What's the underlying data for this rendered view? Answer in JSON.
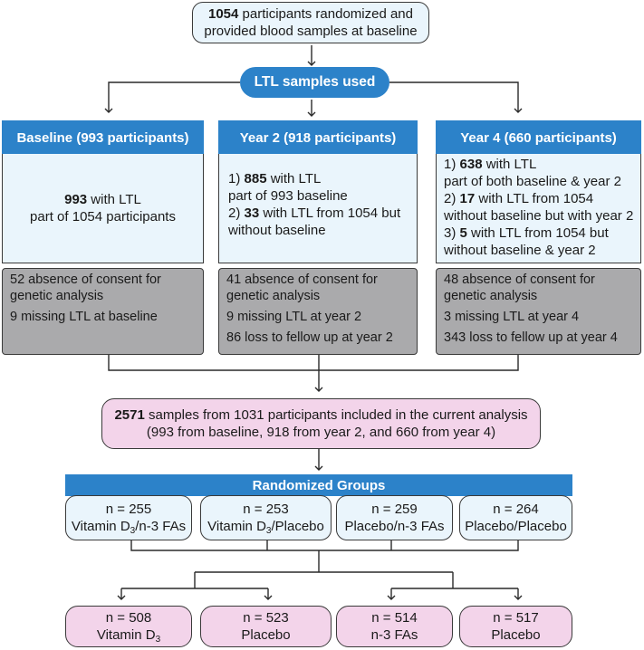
{
  "top_box": {
    "count": "1054",
    "line1_rest": " participants randomized and",
    "line2": "provided blood samples at baseline"
  },
  "ltl_label": "LTL samples used",
  "columns": [
    {
      "header": "Baseline (993 participants)",
      "count": "993",
      "line1_rest": " with LTL",
      "line2": "part of 1054 participants",
      "exclusions": [
        "52 absence of consent for genetic analysis",
        "9 missing LTL at baseline"
      ]
    },
    {
      "header": "Year 2 (918 participants)",
      "items": [
        {
          "prefix": "1) ",
          "count": "885",
          "rest": " with LTL",
          "line2": "part of 993 baseline"
        },
        {
          "prefix": "2) ",
          "count": "33",
          "rest": " with LTL from 1054 but",
          "line2": "without baseline"
        }
      ],
      "exclusions": [
        "41 absence of consent for genetic analysis",
        "9 missing LTL at year 2",
        "86 loss to fellow up at year 2"
      ]
    },
    {
      "header": "Year 4 (660 participants)",
      "items": [
        {
          "prefix": "1) ",
          "count": "638",
          "rest": " with LTL",
          "line2": "part of both baseline & year 2"
        },
        {
          "prefix": "2) ",
          "count": "17",
          "rest": " with LTL from 1054",
          "line2": "without baseline but with year 2"
        },
        {
          "prefix": "3) ",
          "count": "5",
          "rest": " with LTL from 1054 but",
          "line2": "without baseline & year 2"
        }
      ],
      "exclusions": [
        "48 absence of consent for genetic analysis",
        "3 missing LTL at year 4",
        "343 loss to fellow up at year 4"
      ]
    }
  ],
  "combined": {
    "count": "2571",
    "line1_rest": " samples from 1031 participants included in the current analysis",
    "line2": "(993 from baseline, 918 from year 2, and 660 from year 4)"
  },
  "randomized_title": "Randomized Groups",
  "groups": [
    {
      "n": "n = 255",
      "label_main": "Vitamin D",
      "label_sub": "3",
      "label_tail": "/n-3 FAs"
    },
    {
      "n": "n = 253",
      "label_main": "Vitamin D",
      "label_sub": "3",
      "label_tail": "/Placebo"
    },
    {
      "n": "n = 259",
      "label_main": "Placebo/n-3 FAs",
      "label_sub": "",
      "label_tail": ""
    },
    {
      "n": "n = 264",
      "label_main": "Placebo/Placebo",
      "label_sub": "",
      "label_tail": ""
    }
  ],
  "bottom": [
    {
      "n": "n = 508",
      "label_main": "Vitamin D",
      "label_sub": "3"
    },
    {
      "n": "n = 523",
      "label_main": "Placebo",
      "label_sub": ""
    },
    {
      "n": "n = 514",
      "label_main": "n-3 FAs",
      "label_sub": ""
    },
    {
      "n": "n = 517",
      "label_main": "Placebo",
      "label_sub": ""
    }
  ],
  "colors": {
    "header_blue": "#2c82c9",
    "light_blue": "#eaf5fc",
    "grey": "#aaaaac",
    "pink": "#f3d4ea",
    "line": "#2a2a2a"
  }
}
